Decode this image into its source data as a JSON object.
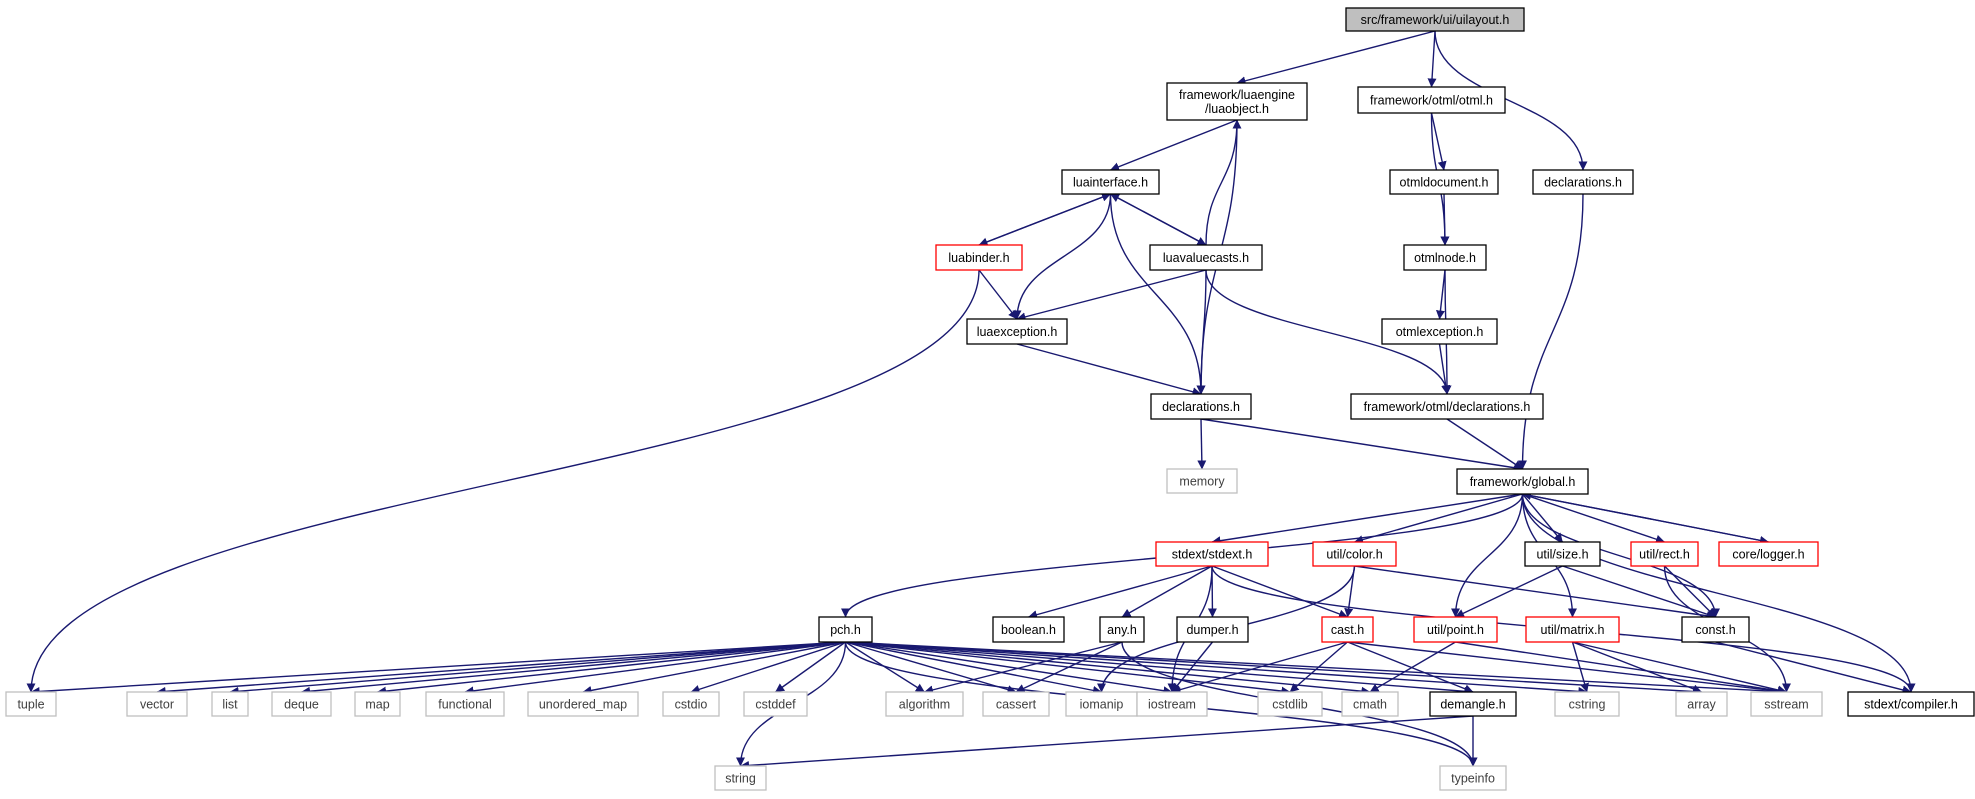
{
  "colors": {
    "edge": "#191970",
    "root_fill": "#bfbfbf",
    "box_border": "#000000",
    "truncated_border": "#ff0000",
    "external_border": "#bfbfbf",
    "external_text": "#404040",
    "text": "#000000"
  },
  "nodes": [
    {
      "id": "uilayout",
      "label": "src/framework/ui/uilayout.h",
      "kind": "root"
    },
    {
      "id": "luaobject",
      "label": [
        "framework/luaengine",
        "/luaobject.h"
      ],
      "kind": "normal"
    },
    {
      "id": "otml_h",
      "label": "framework/otml/otml.h",
      "kind": "normal"
    },
    {
      "id": "declarations_ui",
      "label": "declarations.h",
      "kind": "normal"
    },
    {
      "id": "luainterface",
      "label": "luainterface.h",
      "kind": "normal"
    },
    {
      "id": "otmldocument",
      "label": "otmldocument.h",
      "kind": "normal"
    },
    {
      "id": "luabinder",
      "label": "luabinder.h",
      "kind": "truncated"
    },
    {
      "id": "luavaluecasts",
      "label": "luavaluecasts.h",
      "kind": "normal"
    },
    {
      "id": "otmlnode",
      "label": "otmlnode.h",
      "kind": "normal"
    },
    {
      "id": "luaexception",
      "label": "luaexception.h",
      "kind": "normal"
    },
    {
      "id": "otmlexception",
      "label": "otmlexception.h",
      "kind": "normal"
    },
    {
      "id": "declarations_lua",
      "label": "declarations.h",
      "kind": "normal"
    },
    {
      "id": "otml_decl",
      "label": "framework/otml/declarations.h",
      "kind": "normal"
    },
    {
      "id": "memory",
      "label": "memory",
      "kind": "external"
    },
    {
      "id": "global",
      "label": "framework/global.h",
      "kind": "normal"
    },
    {
      "id": "stdext",
      "label": "stdext/stdext.h",
      "kind": "truncated"
    },
    {
      "id": "color",
      "label": "util/color.h",
      "kind": "truncated"
    },
    {
      "id": "size",
      "label": "util/size.h",
      "kind": "normal"
    },
    {
      "id": "rect",
      "label": "util/rect.h",
      "kind": "truncated"
    },
    {
      "id": "logger",
      "label": "core/logger.h",
      "kind": "truncated"
    },
    {
      "id": "pch",
      "label": "pch.h",
      "kind": "normal"
    },
    {
      "id": "boolean",
      "label": "boolean.h",
      "kind": "normal"
    },
    {
      "id": "any",
      "label": "any.h",
      "kind": "normal"
    },
    {
      "id": "dumper",
      "label": "dumper.h",
      "kind": "normal"
    },
    {
      "id": "cast",
      "label": "cast.h",
      "kind": "truncated"
    },
    {
      "id": "point",
      "label": "util/point.h",
      "kind": "truncated"
    },
    {
      "id": "matrix",
      "label": "util/matrix.h",
      "kind": "truncated"
    },
    {
      "id": "const",
      "label": "const.h",
      "kind": "normal"
    },
    {
      "id": "tuple",
      "label": "tuple",
      "kind": "external"
    },
    {
      "id": "vector",
      "label": "vector",
      "kind": "external"
    },
    {
      "id": "list",
      "label": "list",
      "kind": "external"
    },
    {
      "id": "deque",
      "label": "deque",
      "kind": "external"
    },
    {
      "id": "map",
      "label": "map",
      "kind": "external"
    },
    {
      "id": "functional",
      "label": "functional",
      "kind": "external"
    },
    {
      "id": "unordered_map",
      "label": "unordered_map",
      "kind": "external"
    },
    {
      "id": "cstdio",
      "label": "cstdio",
      "kind": "external"
    },
    {
      "id": "cstddef",
      "label": "cstddef",
      "kind": "external"
    },
    {
      "id": "algorithm",
      "label": "algorithm",
      "kind": "external"
    },
    {
      "id": "cassert",
      "label": "cassert",
      "kind": "external"
    },
    {
      "id": "iomanip",
      "label": "iomanip",
      "kind": "external"
    },
    {
      "id": "iostream",
      "label": "iostream",
      "kind": "external"
    },
    {
      "id": "cstdlib",
      "label": "cstdlib",
      "kind": "external"
    },
    {
      "id": "cmath",
      "label": "cmath",
      "kind": "external"
    },
    {
      "id": "demangle",
      "label": "demangle.h",
      "kind": "normal"
    },
    {
      "id": "cstring",
      "label": "cstring",
      "kind": "external"
    },
    {
      "id": "array",
      "label": "array",
      "kind": "external"
    },
    {
      "id": "sstream",
      "label": "sstream",
      "kind": "external"
    },
    {
      "id": "compiler",
      "label": "stdext/compiler.h",
      "kind": "normal"
    },
    {
      "id": "string",
      "label": "string",
      "kind": "external"
    },
    {
      "id": "typeinfo",
      "label": "typeinfo",
      "kind": "external"
    }
  ],
  "edges": [
    [
      "uilayout",
      "luaobject"
    ],
    [
      "uilayout",
      "otml_h"
    ],
    [
      "uilayout",
      "declarations_ui"
    ],
    [
      "luaobject",
      "luainterface"
    ],
    [
      "luaobject",
      "declarations_lua"
    ],
    [
      "luainterface",
      "luabinder"
    ],
    [
      "luainterface",
      "luavaluecasts"
    ],
    [
      "luainterface",
      "luaexception"
    ],
    [
      "luainterface",
      "declarations_lua"
    ],
    [
      "luabinder",
      "luainterface"
    ],
    [
      "luabinder",
      "luaexception"
    ],
    [
      "luabinder",
      "tuple"
    ],
    [
      "luavaluecasts",
      "luainterface"
    ],
    [
      "luavaluecasts",
      "luaobject"
    ],
    [
      "luavaluecasts",
      "luaexception"
    ],
    [
      "luavaluecasts",
      "declarations_lua"
    ],
    [
      "luavaluecasts",
      "otml_decl"
    ],
    [
      "luaexception",
      "declarations_lua"
    ],
    [
      "declarations_lua",
      "memory"
    ],
    [
      "declarations_lua",
      "global"
    ],
    [
      "otml_h",
      "otmldocument"
    ],
    [
      "otml_h",
      "otmlnode"
    ],
    [
      "otmldocument",
      "otmlnode"
    ],
    [
      "otmlnode",
      "otmlexception"
    ],
    [
      "otmlnode",
      "otml_decl"
    ],
    [
      "otmlexception",
      "otml_decl"
    ],
    [
      "otml_decl",
      "global"
    ],
    [
      "declarations_ui",
      "global"
    ],
    [
      "global",
      "pch"
    ],
    [
      "global",
      "stdext"
    ],
    [
      "global",
      "color"
    ],
    [
      "global",
      "size"
    ],
    [
      "global",
      "rect"
    ],
    [
      "global",
      "logger"
    ],
    [
      "global",
      "point"
    ],
    [
      "global",
      "matrix"
    ],
    [
      "global",
      "const"
    ],
    [
      "global",
      "compiler"
    ],
    [
      "logger",
      "global"
    ],
    [
      "stdext",
      "boolean"
    ],
    [
      "stdext",
      "any"
    ],
    [
      "stdext",
      "dumper"
    ],
    [
      "stdext",
      "cast"
    ],
    [
      "stdext",
      "iostream"
    ],
    [
      "stdext",
      "compiler"
    ],
    [
      "color",
      "cast"
    ],
    [
      "color",
      "iomanip"
    ],
    [
      "color",
      "const"
    ],
    [
      "size",
      "point"
    ],
    [
      "size",
      "const"
    ],
    [
      "rect",
      "const"
    ],
    [
      "rect",
      "sstream"
    ],
    [
      "pch",
      "tuple"
    ],
    [
      "pch",
      "vector"
    ],
    [
      "pch",
      "list"
    ],
    [
      "pch",
      "deque"
    ],
    [
      "pch",
      "map"
    ],
    [
      "pch",
      "functional"
    ],
    [
      "pch",
      "unordered_map"
    ],
    [
      "pch",
      "cstdio"
    ],
    [
      "pch",
      "cstddef"
    ],
    [
      "pch",
      "algorithm"
    ],
    [
      "pch",
      "cassert"
    ],
    [
      "pch",
      "iomanip"
    ],
    [
      "pch",
      "iostream"
    ],
    [
      "pch",
      "cstdlib"
    ],
    [
      "pch",
      "cmath"
    ],
    [
      "pch",
      "demangle"
    ],
    [
      "pch",
      "cstring"
    ],
    [
      "pch",
      "array"
    ],
    [
      "pch",
      "sstream"
    ],
    [
      "pch",
      "string"
    ],
    [
      "pch",
      "typeinfo"
    ],
    [
      "any",
      "algorithm"
    ],
    [
      "any",
      "cassert"
    ],
    [
      "any",
      "typeinfo"
    ],
    [
      "dumper",
      "iostream"
    ],
    [
      "cast",
      "demangle"
    ],
    [
      "cast",
      "iostream"
    ],
    [
      "cast",
      "cstdlib"
    ],
    [
      "cast",
      "sstream"
    ],
    [
      "point",
      "cmath"
    ],
    [
      "point",
      "sstream"
    ],
    [
      "matrix",
      "cstring"
    ],
    [
      "matrix",
      "array"
    ],
    [
      "matrix",
      "sstream"
    ],
    [
      "const",
      "compiler"
    ],
    [
      "demangle",
      "string"
    ],
    [
      "demangle",
      "typeinfo"
    ]
  ]
}
